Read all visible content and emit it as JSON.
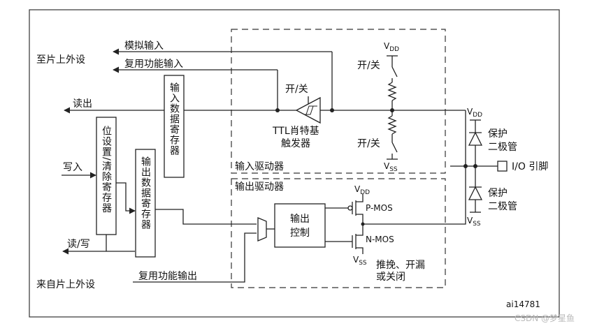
{
  "labels": {
    "to_peripheral": "至片上外设",
    "from_peripheral": "来自片上外设",
    "analog_input": "模拟输入",
    "alt_func_input": "复用功能输入",
    "alt_func_output": "复用功能输出",
    "read": "读出",
    "write": "写入",
    "read_write": "读/写",
    "input_data_reg": "输入数据寄存器",
    "bit_set_reset_reg": "位设置/清除寄存器",
    "output_data_reg": "输出数据寄存器",
    "switch_schmitt": "开/关",
    "schmitt_line1": "TTL肖特基",
    "schmitt_line2": "触发器",
    "switch_top": "开/关",
    "switch_bottom": "开/关",
    "vdd_sub": "DD",
    "vss_sub": "SS",
    "v": "V",
    "input_driver": "输入驱动器",
    "output_driver": "输出驱动器",
    "output_control_line1": "输出",
    "output_control_line2": "控制",
    "pmos": "P-MOS",
    "nmos": "N-MOS",
    "mode_line1": "推挽、开漏",
    "mode_line2": "或关闭",
    "protect_diode_line1": "保护",
    "protect_diode_line2": "二极管",
    "io_pin": "I/O 引脚",
    "figure_id": "ai14781",
    "watermark": "CSDN @梦星鱼"
  },
  "colors": {
    "line": "#222222",
    "background": "#ffffff"
  }
}
